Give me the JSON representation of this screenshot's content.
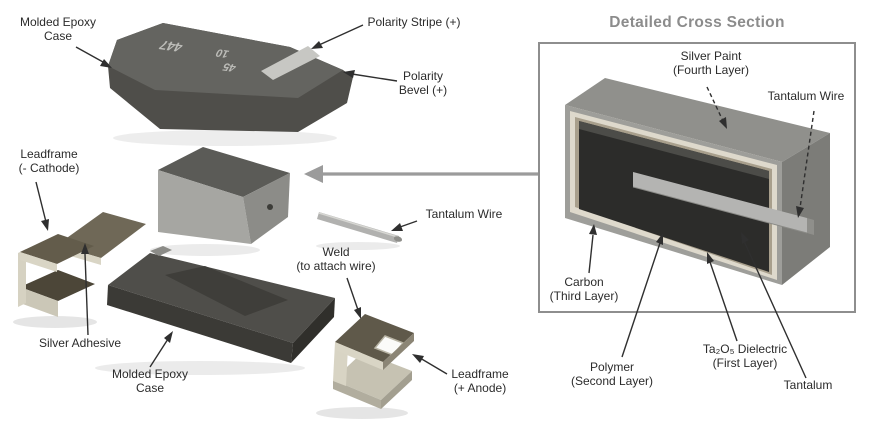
{
  "exploded_view": {
    "labels": {
      "molded_epoxy_case_top": "Molded Epoxy\nCase",
      "polarity_stripe": "Polarity Stripe (+)",
      "polarity_bevel": "Polarity\nBevel (+)",
      "leadframe_cathode": "Leadframe\n(- Cathode)",
      "tantalum_wire": "Tantalum Wire",
      "weld": "Weld\n(to attach wire)",
      "silver_adhesive": "Silver Adhesive",
      "molded_epoxy_case_bottom": "Molded Epoxy\nCase",
      "leadframe_anode": "Leadframe\n(+ Anode)"
    },
    "case_markings": [
      "447",
      "10",
      "45"
    ]
  },
  "cross_section": {
    "title": "Detailed Cross Section",
    "labels": {
      "silver_paint": "Silver Paint\n(Fourth Layer)",
      "tantalum_wire": "Tantalum Wire",
      "carbon": "Carbon\n(Third Layer)",
      "polymer": "Polymer\n(Second Layer)",
      "ta2o5_dielectric": "Ta₂O₅ Dielectric\n(First Layer)",
      "tantalum": "Tantalum"
    }
  },
  "colors": {
    "background": "#ffffff",
    "label_text": "#2b2b2b",
    "title_text": "#8c8c8c",
    "panel_border": "#8e8e8e",
    "leader_line": "#2f2f2f",
    "big_arrow": "#9b9b9b",
    "case_dark": "#4f4e4a",
    "case_top": "#646460",
    "polarity_stripe": "#c7c7c3",
    "element_front": "#a6a6a2",
    "leadframe_olive": "#6f6857",
    "leadframe_cream": "#d9d5c5",
    "silver_paint_layer": "#9e9e9a",
    "carbon_layer": "#ded9cc",
    "polymer_layer": "#a89f8c",
    "tantalum_core": "#2c2c2a",
    "wire": "#b4b4b2"
  }
}
